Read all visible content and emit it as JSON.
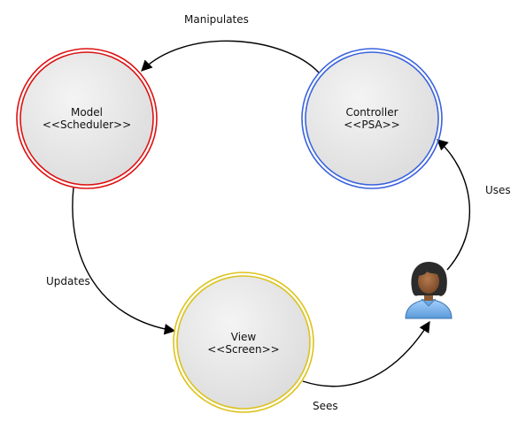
{
  "nodes": {
    "model": {
      "name": "Model",
      "stereotype": "<<Scheduler>>",
      "color": "#dd1111"
    },
    "controller": {
      "name": "Controller",
      "stereotype": "<<PSA>>",
      "color": "#3a63dd"
    },
    "view": {
      "name": "View",
      "stereotype": "<<Screen>>",
      "color": "#dcc21a"
    }
  },
  "edges": {
    "manipulates": "Manipulates",
    "updates": "Updates",
    "sees": "Sees",
    "uses": "Uses"
  },
  "actor": {
    "icon": "user-person-icon"
  },
  "colors": {
    "node_fill": "#e6e6e6",
    "arrow": "#000000"
  }
}
